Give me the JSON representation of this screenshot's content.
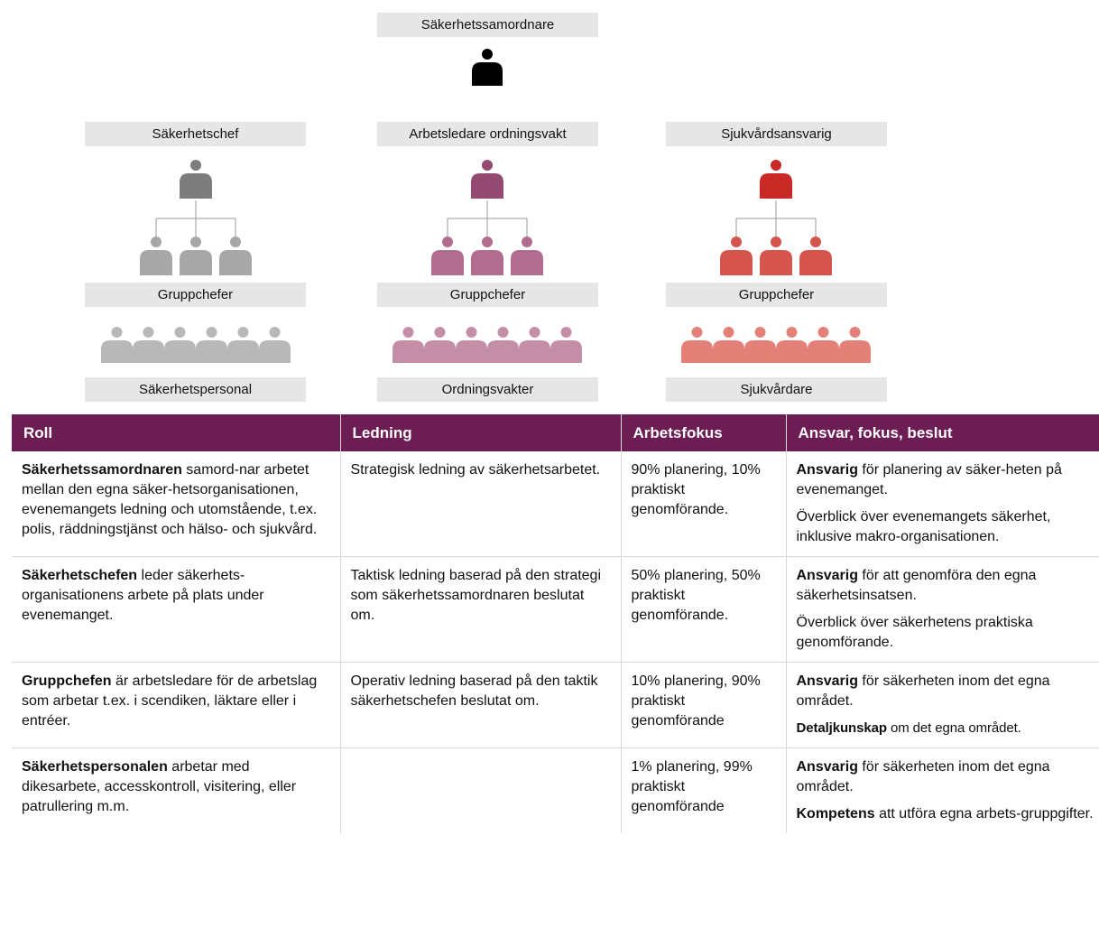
{
  "colors": {
    "black": "#000000",
    "grey_dark": "#7d7d7d",
    "grey_mid": "#a7a7a7",
    "grey_light": "#b8b8b8",
    "plum_dark": "#944a70",
    "plum_mid": "#b06d8d",
    "plum_light": "#c48ea7",
    "red_dark": "#c92a26",
    "red_mid": "#d5554d",
    "red_light": "#e38078",
    "label_bg": "#e6e6e6",
    "table_header_bg": "#6b1d54"
  },
  "org": {
    "top_label": "Säkerhetssamordnare",
    "branches": [
      {
        "head_label": "Säkerhetschef",
        "group_label": "Gruppchefer",
        "staff_label": "Säkerhetspersonal"
      },
      {
        "head_label": "Arbetsledare ordningsvakt",
        "group_label": "Gruppchefer",
        "staff_label": "Ordningsvakter"
      },
      {
        "head_label": "Sjukvårdsansvarig",
        "group_label": "Gruppchefer",
        "staff_label": "Sjukvårdare"
      }
    ]
  },
  "table": {
    "headers": [
      "Roll",
      "Ledning",
      "Arbetsfokus",
      "Ansvar, fokus, beslut"
    ],
    "rows": [
      {
        "role_bold": "Säkerhetssamordnaren",
        "role_rest": " samord-nar arbetet mellan den egna säker-hetsorganisationen, evenemangets ledning och utomstående, t.ex. polis, räddningstjänst och hälso- och sjukvård.",
        "ledning": "Strategisk ledning av säkerhetsarbetet.",
        "fokus": "90% planering, 10% praktiskt genomförande.",
        "ansvar_bold": "Ansvarig",
        "ansvar_rest": " för planering av säker-heten på evenemanget.",
        "extra_bold": "",
        "extra_rest": "Överblick över evenemangets säkerhet, inklusive makro-organisationen."
      },
      {
        "role_bold": "Säkerhetschefen",
        "role_rest": " leder säkerhets-organisationens arbete på plats under evenemanget.",
        "ledning": "Taktisk ledning baserad på den strategi som säkerhetssamordnaren beslutat om.",
        "fokus": "50% planering, 50% praktiskt genomförande.",
        "ansvar_bold": "Ansvarig",
        "ansvar_rest": " för att genomföra den egna säkerhetsinsatsen.",
        "extra_bold": "",
        "extra_rest": "Överblick över säkerhetens praktiska genomförande."
      },
      {
        "role_bold": "Gruppchefen",
        "role_rest": " är arbetsledare för de arbetslag som arbetar t.ex. i scendiken, läktare eller i entréer.",
        "ledning": "Operativ ledning baserad på den taktik säkerhetschefen beslutat om.",
        "fokus": "10% planering, 90% praktiskt genomförande",
        "ansvar_bold": "Ansvarig",
        "ansvar_rest": " för säkerheten inom det egna området.",
        "extra_bold": "Detaljkunskap",
        "extra_rest": " om det egna området."
      },
      {
        "role_bold": "Säkerhetspersonalen",
        "role_rest": " arbetar med dikesarbete, accesskontroll, visitering, eller patrullering m.m.",
        "ledning": "",
        "fokus": "1% planering, 99% praktiskt genomförande",
        "ansvar_bold": "Ansvarig",
        "ansvar_rest": " för säkerheten inom det egna området.",
        "extra_bold": "Kompetens",
        "extra_rest": " att utföra egna arbets-gruppgifter."
      }
    ]
  }
}
